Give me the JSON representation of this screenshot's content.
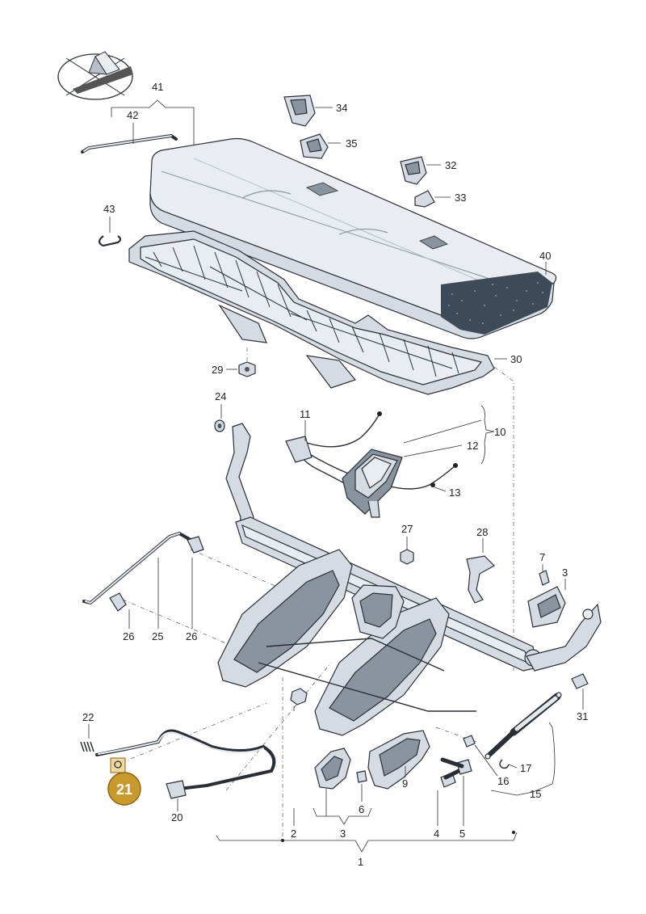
{
  "callouts": {
    "c1": "1",
    "c2": "2",
    "c3a": "3",
    "c3b": "3",
    "c4": "4",
    "c5": "5",
    "c6": "6",
    "c7": "7",
    "c9": "9",
    "c10": "10",
    "c11": "11",
    "c12": "12",
    "c13": "13",
    "c15": "15",
    "c16": "16",
    "c17": "17",
    "c20": "20",
    "c21": "21",
    "c22": "22",
    "c24": "24",
    "c25": "25",
    "c26a": "26",
    "c26b": "26",
    "c27": "27",
    "c28": "28",
    "c29": "29",
    "c30": "30",
    "c31": "31",
    "c32": "32",
    "c33": "33",
    "c34": "34",
    "c35": "35",
    "c40": "40",
    "c41": "41",
    "c42": "42",
    "c43": "43"
  },
  "highlight": {
    "part": "21",
    "color": "#c89a2b"
  },
  "icons": {
    "view_indicator": "vehicle-orientation-icon"
  }
}
